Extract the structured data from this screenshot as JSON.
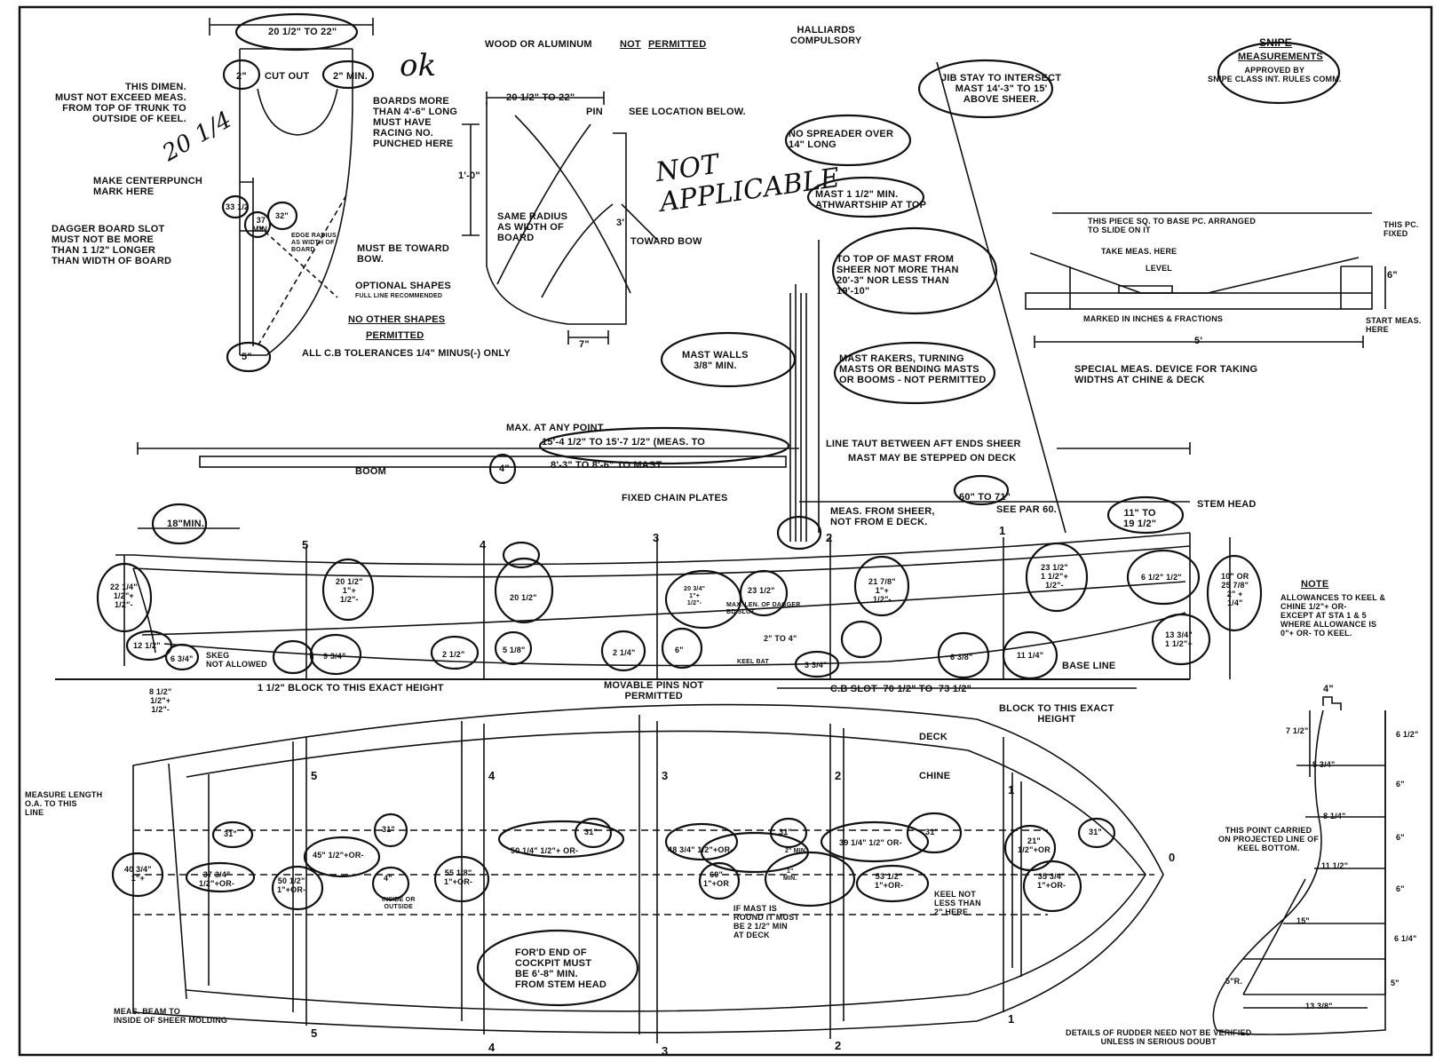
{
  "centerboard": {
    "top_width": "20 1/2\" TO 22\"",
    "cutout_2": "2\"",
    "cutout_label": "CUT OUT",
    "cutout_min": "2\" MIN.",
    "ok_mark": "ok",
    "this_dimen": "THIS DIMEN.\nMUST NOT EXCEED MEAS.\nFROM TOP OF TRUNK TO\nOUTSIDE OF KEEL.",
    "hand_20_1_4": "20 1/4",
    "boards_more": "BOARDS MORE\nTHAN 4'-6\" LONG\nMUST HAVE\nRACING NO.\nPUNCHED HERE",
    "make_centerpunch": "MAKE CENTERPUNCH\nMARK HERE",
    "dagger_slot": "DAGGER BOARD SLOT\nMUST NOT BE MORE\nTHAN 1 1/2\" LONGER\nTHAN WIDTH OF BOARD",
    "dim_33": "33 1/2",
    "dim_37": "37\nMIN.",
    "dim_32": "32\"",
    "edge_radius": "EDGE RADIUS\nAS WIDTH OF\nBOARD",
    "must_be_toward_bow": "MUST BE TOWARD\nBOW.",
    "optional_shapes": "OPTIONAL SHAPES",
    "full_line": "FULL LINE RECOMMENDED",
    "no_other_shapes": "NO OTHER SHAPES",
    "permitted": "PERMITTED",
    "bottom_5": "5\"",
    "tolerances": "ALL C.B TOLERANCES 1/4\" MINUS(-) ONLY"
  },
  "rudder_blade": {
    "wood_or_aluminum": "WOOD OR ALUMINUM",
    "not": "NOT",
    "permitted": "PERMITTED",
    "top_width": "20 1/2\" TO 22\"",
    "pin": "PIN",
    "see_location": "SEE LOCATION BELOW.",
    "dim_1_0": "1'-0\"",
    "same_radius": "SAME RADIUS\nAS WIDTH OF\nBOARD",
    "dim_3": "3'",
    "toward_bow": "TOWARD BOW",
    "dim_7": "7\"",
    "not_applicable": "NOT\nAPPLICABLE"
  },
  "rigging": {
    "halliards": "HALLIARDS\nCOMPULSORY",
    "jib_stay": "JIB STAY TO INTERSECT\nMAST 14'-3\" TO 15'\nABOVE SHEER.",
    "no_spreader": "NO SPREADER OVER\n14\" LONG",
    "mast_athwart": "MAST 1 1/2\" MIN.\nATHWARTSHIP AT TOP",
    "top_of_mast": "TO TOP OF MAST FROM\nSHEER NOT MORE THAN\n20'-3\" NOR LESS THAN\n19'-10\"",
    "mast_walls": "MAST WALLS\n3/8\" MIN.",
    "mast_rakers": "MAST RAKERS, TURNING\nMASTS OR BENDING MASTS\nOR BOOMS - NOT PERMITTED",
    "max_any_point": "MAX. AT ANY POINT",
    "boom_length": "15'-4 1/2\" TO 15'-7 1/2\" (MEAS. TO",
    "boom": "BOOM",
    "boom_4": "4\"",
    "boom_to_mast": "8'-3\" TO 8'-6\" TO MAST",
    "line_taut": "LINE TAUT BETWEEN AFT ENDS SHEER",
    "mast_stepped": "MAST MAY BE STEPPED ON DECK",
    "fixed_chain": "FIXED CHAIN PLATES",
    "meas_from_sheer": "MEAS. FROM SHEER,\nNOT FROM E DECK.",
    "dim_60_71": "60\" TO 71\"",
    "see_par": "SEE PAR 60.",
    "dim_11_19": "11\" TO\n19 1/2\"",
    "stem_head": "STEM HEAD"
  },
  "snipe_box": {
    "title": "SNIPE",
    "subtitle": "MEASUREMENTS",
    "approved": "APPROVED BY\nSNIPE CLASS INT. RULES COMM."
  },
  "device": {
    "slide_piece": "THIS PIECE SQ. TO BASE PC. ARRANGED\nTO SLIDE ON IT",
    "fixed_piece": "THIS PC.\nFIXED",
    "take_meas": "TAKE MEAS. HERE",
    "level": "LEVEL",
    "height_6": "6\"",
    "marked": "MARKED IN INCHES & FRACTIONS",
    "start_meas": "START MEAS.\nHERE",
    "len_5": "5'",
    "special": "SPECIAL MEAS. DEVICE FOR TAKING\nWIDTHS AT CHINE & DECK"
  },
  "profile": {
    "dim_18": "18\"MIN.",
    "st5": "5",
    "st4": "4",
    "st3": "3",
    "st2": "2",
    "st1": "1",
    "d_22": "22 1/4\"\n1/2\"+\n1/2\"-",
    "d_20a": "20 1/2\"\n1\"+\n1/2\"-",
    "d_20b": "20 1/2\"",
    "d_20c": "20 3/4\"\n1\"+\n1/2\"-",
    "d_23": "23 1/2\"",
    "max_dagger": "MAX. LEN. OF DAGGER\nBD SLOT",
    "d_21": "21 7/8\"\n1\"+\n1/2\"-",
    "d_23b": "23 1/2\"\n1 1/2\"+\n1/2\"-",
    "d_6": "6 1/2\" 1/2\"",
    "d_10": "10\" OR\n25 7/8\"\n2\" +\n1/4\"",
    "d_12": "12 1/2\"",
    "d_6b": "6 3/4\"",
    "skeg": "SKEG\nNOT ALLOWED",
    "d_9": "9 3/4\"",
    "d_2a": "2 1/2\"",
    "d_5": "5 1/8\"",
    "d_2b": "2 1/4\"",
    "d_6c": "6\"",
    "d_2c": "2\" TO 4\"",
    "keel_bat": "KEEL BAT",
    "d_3": "3 3/4\"",
    "d_6d": "6 3/8\"",
    "d_11": "11 1/4\"",
    "d_13": "13 3/4\"\n1 1/2\"+",
    "base_line": "BASE LINE",
    "d_8": "8 1/2\"\n1/2\"+\n1/2\"-",
    "block_left": "1 1/2\" BLOCK TO THIS EXACT HEIGHT",
    "movable": "MOVABLE PINS NOT\nPERMITTED",
    "cb_slot": "C.B SLOT  70 1/2\" TO  73 1/2\"",
    "block_right": "BLOCK TO THIS EXACT\nHEIGHT"
  },
  "note": {
    "title": "NOTE",
    "text": "ALLOWANCES TO KEEL &\nCHINE 1/2\"+ OR-\nEXCEPT AT STA 1 & 5\nWHERE ALLOWANCE IS\n0\"+ OR- TO KEEL."
  },
  "plan": {
    "measure_length": "MEASURE LENGTH\nO.A. TO THIS\nLINE",
    "deck": "DECK",
    "chine": "CHINE",
    "w31": "31\"",
    "w45": "45\" 1/2\"+OR-",
    "w50a": "50 1/4\" 1/2\"+ OR-",
    "w48": "48 3/4\" 1/2\"+OR-",
    "w2min": "2\" MIN.",
    "w39": "39 1/4\" 1/2\" OR-",
    "w21": "21\"\n1/2\"+OR",
    "w40": "40 3/4\"\n1\"+",
    "w37": "37 3/4\"\n1/2\"+OR-",
    "w50b": "50 1/2\"\n1\"+OR-",
    "w4": "4\"",
    "w55": "55 1/8\"\n1\"+OR-",
    "w60": "60\"\n1\"+OR",
    "w1min": "1\"\nMIN.",
    "w53": "53 1/2\"\n1\"+OR-",
    "w35": "35 3/4\"\n1\"+OR-",
    "inside_outside": "INSIDE OR\nOUTSIDE",
    "if_mast": "IF MAST IS\nROUND IT MUST\nBE 2 1/2\" MIN\nAT DECK",
    "keel_not": "KEEL NOT\nLESS THAN\n2\" HERE",
    "fwd_cockpit": "FOR'D END OF\nCOCKPIT MUST\nBE 6'-8\" MIN.\nFROM STEM HEAD",
    "meas_beam": "MEAS. BEAM TO\nINSIDE OF SHEER MOLDING",
    "pst5": "5",
    "pst4": "4",
    "pst3": "3",
    "pst2": "2",
    "pst1": "1",
    "pst0": "0",
    "bst5": "5",
    "bst4": "4",
    "bst3": "3",
    "bst2": "2",
    "bst1": "1"
  },
  "rudder_detail": {
    "top_4": "4\"",
    "r7": "7 1/2\"",
    "r6a": "6 1/2\"",
    "r5": "5 3/4\"",
    "r6b": "6\"",
    "r8": "8 1/4\"",
    "r6c": "6\"",
    "carried": "THIS POINT CARRIED\nON PROJECTED LINE OF\nKEEL BOTTOM.",
    "r11": "11 1/2\"",
    "r6d": "6\"",
    "r15": "15\"",
    "r6e": "6 1/4\"",
    "r5r": "5\"R.",
    "r13": "13 3/8\"",
    "r5b": "5\"",
    "details_rudder": "DETAILS OF RUDDER NEED NOT BE VERIFIED\nUNLESS IN SERIOUS DOUBT"
  },
  "colors": {
    "ink": "#111111",
    "paper": "#ffffff"
  }
}
